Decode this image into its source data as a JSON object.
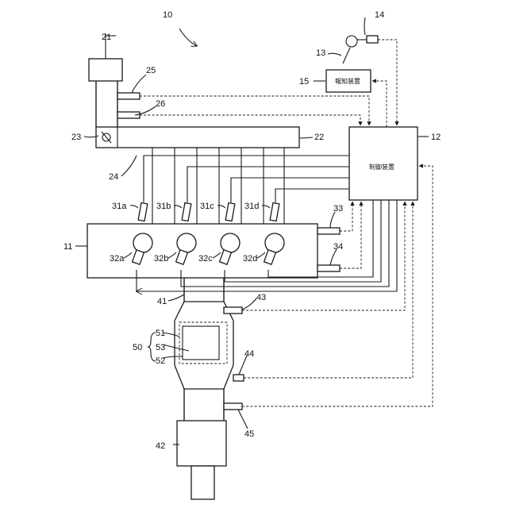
{
  "labels": {
    "system": "10",
    "engine": "11",
    "controller_num": "12",
    "driver": "13",
    "display": "14",
    "notifier_num": "15",
    "air_cleaner": "21",
    "intake_manifold": "22",
    "throttle": "23",
    "intake_pipe": "24",
    "sensor_25": "25",
    "sensor_26": "26",
    "injector_a": "31a",
    "injector_b": "31b",
    "injector_c": "31c",
    "injector_d": "31d",
    "plug_a": "32a",
    "plug_b": "32b",
    "plug_c": "32c",
    "plug_d": "32d",
    "sensor_33": "33",
    "sensor_34": "34",
    "exhaust_pipe": "41",
    "muffler": "42",
    "sensor_43": "43",
    "sensor_44": "44",
    "sensor_45": "45",
    "catalyst": "50",
    "catalyst_51": "51",
    "catalyst_52": "52",
    "catalyst_53": "53"
  },
  "boxes": {
    "controller": "制御装置",
    "notifier": "報知装置"
  }
}
